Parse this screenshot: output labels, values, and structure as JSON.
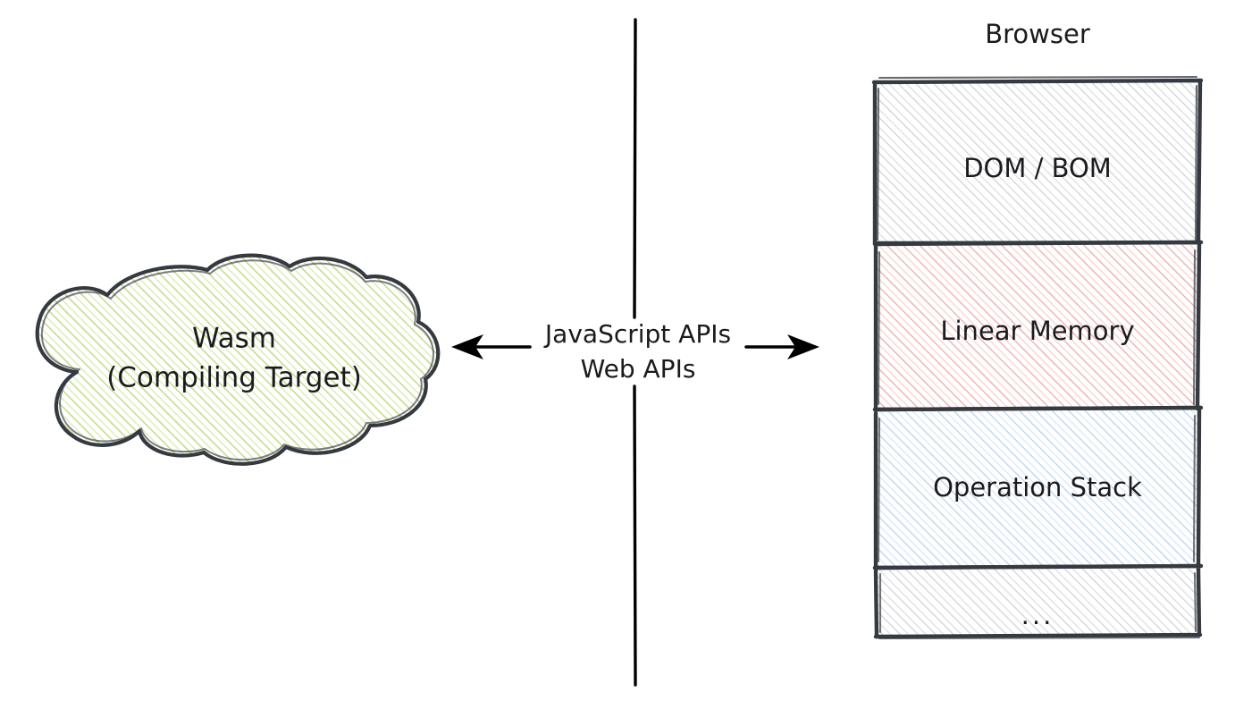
{
  "diagram": {
    "title_right": "Browser",
    "left_node": {
      "shape": "cloud",
      "line1": "Wasm",
      "line2": "(Compiling Target)",
      "fill_color": "#c5dd8a",
      "stroke_color": "#343a40"
    },
    "connector": {
      "label_line1": "JavaScript APIs",
      "label_line2": "Web APIs",
      "left_arrow": "arrow-left",
      "right_arrow": "arrow-right",
      "divider": "vertical-divider"
    },
    "stack": {
      "stroke_color": "#343a40",
      "boxes": [
        {
          "label": "DOM / BOM",
          "fill_color": "#cccccc"
        },
        {
          "label": "Linear Memory",
          "fill_color": "#f0b5b5"
        },
        {
          "label": "Operation Stack",
          "fill_color": "#c5d8f0"
        },
        {
          "label": "...",
          "fill_color": "#cccccc"
        }
      ]
    }
  }
}
